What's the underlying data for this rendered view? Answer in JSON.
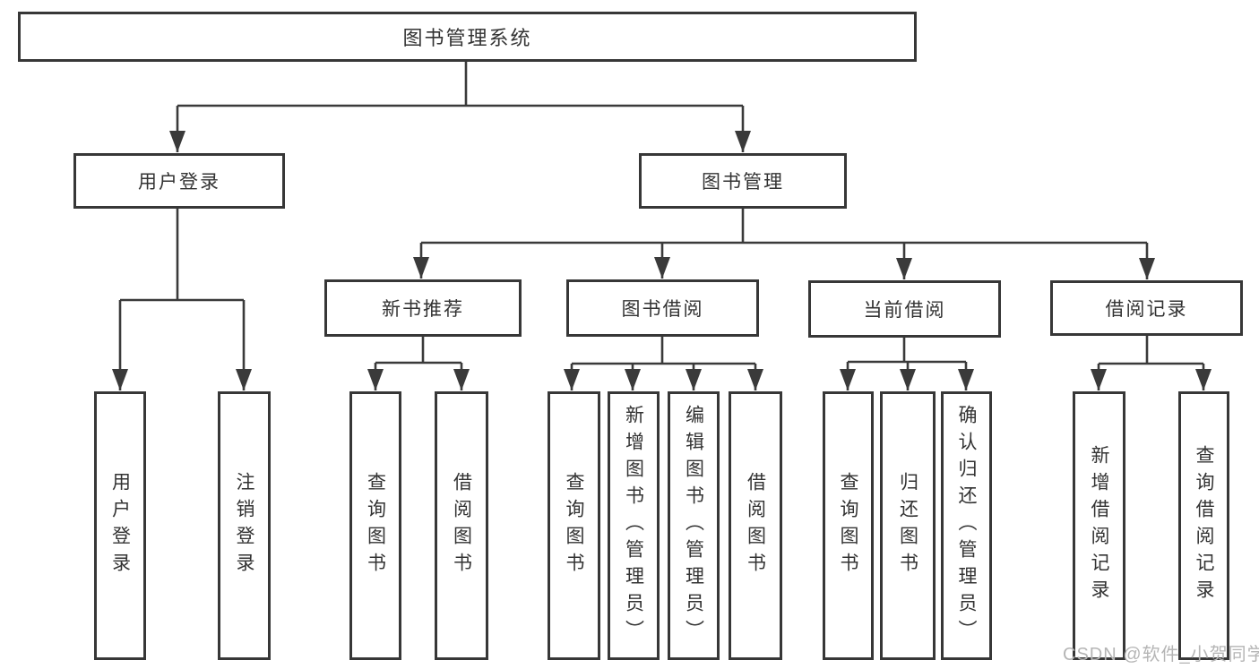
{
  "diagram": {
    "type": "hierarchy-tree",
    "watermark": "CSDN @软件_小贺同学",
    "colors": {
      "line": "#3a3a3a",
      "border": "#373737",
      "text": "#333333",
      "background": "#ffffff",
      "watermark": "#b5b5b5"
    }
  },
  "tree": {
    "root": {
      "label": "图书管理系统"
    },
    "branches": [
      {
        "label": "用户登录",
        "children": [
          {
            "label": "用户登录"
          },
          {
            "label": "注销登录"
          }
        ]
      },
      {
        "label": "图书管理",
        "children": [
          {
            "label": "新书推荐",
            "children": [
              {
                "label": "查询图书"
              },
              {
                "label": "借阅图书"
              }
            ]
          },
          {
            "label": "图书借阅",
            "children": [
              {
                "label": "查询图书"
              },
              {
                "label": "新增图书（管理员）"
              },
              {
                "label": "编辑图书（管理员）"
              },
              {
                "label": "借阅图书"
              }
            ]
          },
          {
            "label": "当前借阅",
            "children": [
              {
                "label": "查询图书"
              },
              {
                "label": "归还图书"
              },
              {
                "label": "确认归还（管理员）"
              }
            ]
          },
          {
            "label": "借阅记录",
            "children": [
              {
                "label": "新增借阅记录"
              },
              {
                "label": "查询借阅记录"
              }
            ]
          }
        ]
      }
    ]
  }
}
